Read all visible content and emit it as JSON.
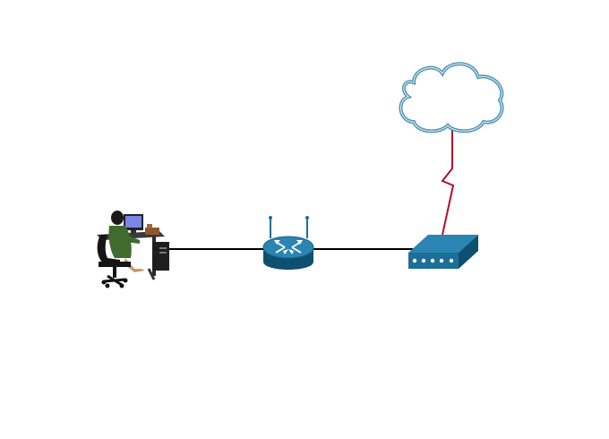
{
  "diagram": {
    "nodes": [
      {
        "id": "workstation",
        "icon": "person-at-desktop-workstation-icon"
      },
      {
        "id": "wireless-router",
        "icon": "wireless-router-icon"
      },
      {
        "id": "modem",
        "icon": "cable-dsl-modem-icon"
      },
      {
        "id": "internet",
        "icon": "cloud-icon"
      }
    ],
    "links": [
      {
        "from": "workstation",
        "to": "wireless-router",
        "type": "ethernet",
        "color": "#000000"
      },
      {
        "from": "wireless-router",
        "to": "modem",
        "type": "ethernet",
        "color": "#000000"
      },
      {
        "from": "modem",
        "to": "internet",
        "type": "serial-wan",
        "color": "#b0102e"
      }
    ],
    "colors": {
      "device_blue": "#1d6f98",
      "device_dark": "#0f4f70",
      "cloud_stroke": "#4f93b8",
      "wan_red": "#b0102e"
    }
  }
}
